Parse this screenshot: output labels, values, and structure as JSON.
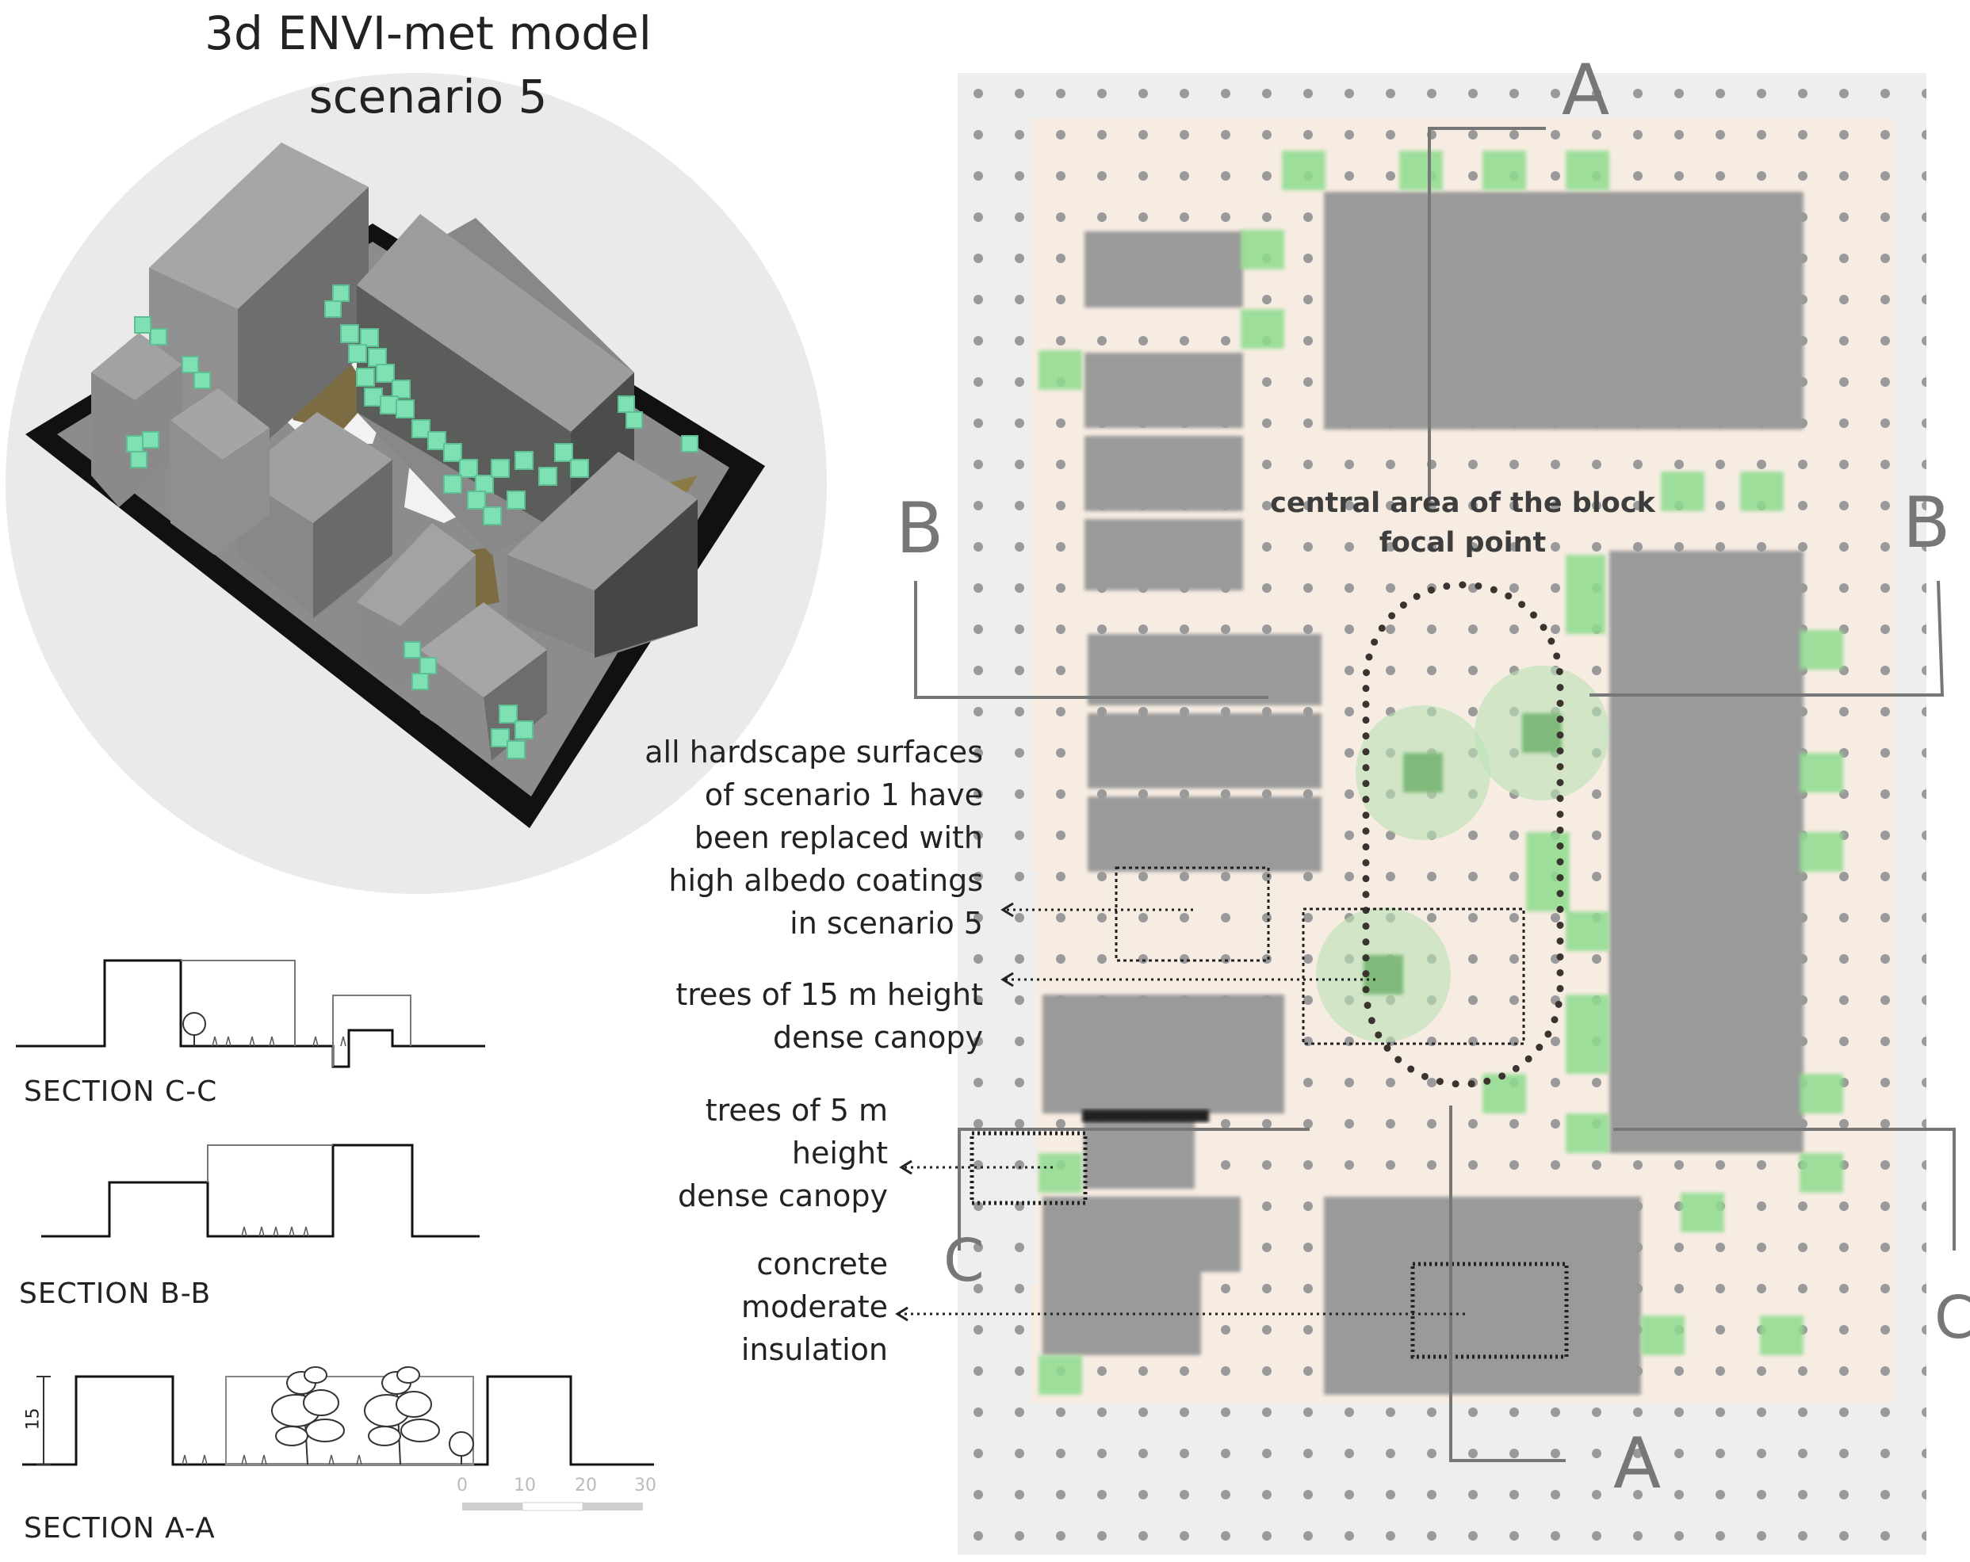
{
  "title": {
    "line1": "3d ENVI-met model",
    "line2": "scenario 5"
  },
  "sections": [
    {
      "label": "SECTION C-C"
    },
    {
      "label": "SECTION B-B"
    },
    {
      "label": "SECTION A-A"
    }
  ],
  "section_aa": {
    "height_label": "15",
    "scale_ticks": [
      "0",
      "10",
      "20",
      "30"
    ]
  },
  "section_markers": {
    "a": "A",
    "b": "B",
    "c": "C"
  },
  "focal": {
    "line1": "central area of the block",
    "line2": "focal point"
  },
  "annotations": {
    "hardscape": [
      "all hardscape  surfaces",
      "of scenario 1 have",
      "been replaced with",
      "high albedo coatings",
      "in scenario 5"
    ],
    "trees15": [
      "trees of 15 m height",
      "dense canopy"
    ],
    "trees5": [
      "trees of 5 m",
      "height",
      "dense canopy"
    ],
    "concrete": [
      "concrete",
      "moderate",
      "insulation"
    ]
  },
  "colors": {
    "building": "#9a9a9a",
    "tree": "#8fdc8f",
    "pavement": "#f6ece1",
    "ground": "#eeeeee",
    "model_tree": "#7fe0b4"
  }
}
